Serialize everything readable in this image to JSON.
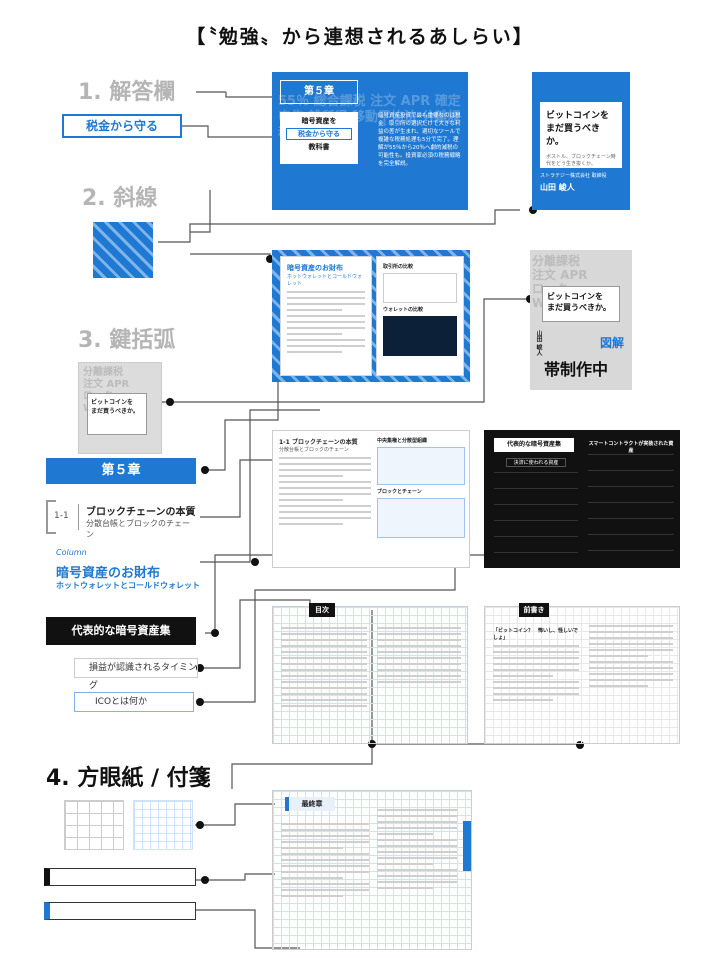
{
  "title": "【〝勉強〟から連想されるあしらい】",
  "sections": {
    "s1": "1. 解答欄",
    "s2": "2. 斜線",
    "s3": "3. 鍵括弧",
    "s4": "4. 方眼紙 / 付箋"
  },
  "labels": {
    "answer_box": "税金から守る",
    "chapter": "第５章",
    "section_num": "1-1",
    "section_title": "ブロックチェーンの本質",
    "section_sub": "分散台帳とブロックのチェーン",
    "columnist": "Column",
    "wallet_title": "暗号資産のお財布",
    "wallet_sub": "ホットウォレットとコールドウォレット",
    "crypto_set": "代表的な暗号資産集",
    "tag1": "損益が認識されるタイミング",
    "tag2": "ICOとは何か"
  },
  "books": {
    "chapter_cover": {
      "chapter": "第５章",
      "line1": "暗号資産を",
      "line2": "税金から守る",
      "line3": "教科書",
      "bg_words": "55％ 総合課税 注文 APR 確定申告 雑所得 移動平均法 分離課税20％ 5/7",
      "body": "暗号資産投資で最も重要なのは税金。取引所の選択だけで大きな利益の差が生まれ、適切なツールで複雑な税務処理も5分で完了。理解が55％から20％へ劇的減税の可能性も。投資家必須の税務戦略を完全解説。"
    },
    "bitcoin_cover": {
      "title_l1": "ビットコインを",
      "title_l2": "まだ買うべきか。",
      "sub": "ボストル、ブロックチェーン時代をどう生き抜くか。",
      "publisher": "ストラテジー株式会社 取締役",
      "author": "山田 峻人"
    },
    "bitcoin_cover2": {
      "title_l1": "ビットコインを",
      "title_l2": "まだ買うべきか。",
      "stamp": "帯制作中",
      "zukai": "図解",
      "author": "山田 峻人"
    },
    "wallet_spread": {
      "title": "暗号資産のお財布",
      "sub": "ホットウォレットとコールドウォレット",
      "panel1": "取引所の比較",
      "panel2": "ウォレットの比較"
    },
    "chain_spread": {
      "num": "1-1",
      "title": "ブロックチェーンの本質",
      "sub": "分散台帳とブロックのチェーン",
      "panel1": "中央集権と分散型組織",
      "panel2": "ブロックとチェーン"
    },
    "dark_spread": {
      "left_title": "代表的な暗号資産集",
      "left_sub": "決済に使われる資産",
      "right_title": "スマートコントラクトが実装された資産"
    },
    "toc": {
      "label": "目次"
    },
    "intro": {
      "label": "前書き",
      "quote": "「ビットコイン？　怖いし、怪しいでしょ」"
    },
    "final": {
      "label": "最終章"
    }
  },
  "colors": {
    "accent": "#1f78d1",
    "dark": "#111111",
    "gray": "#b5b5b5"
  }
}
